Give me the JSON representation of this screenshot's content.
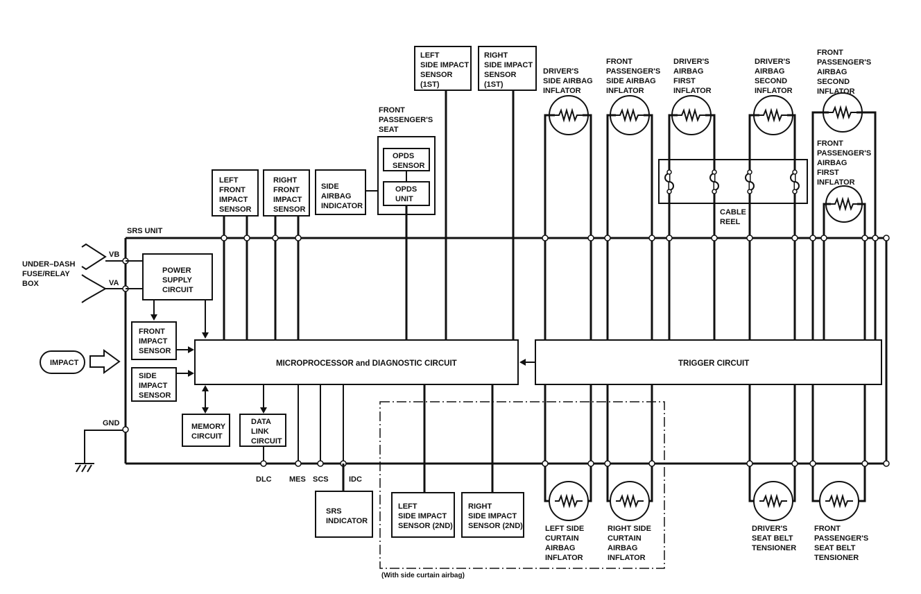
{
  "labels": {
    "srs_unit": "SRS UNIT",
    "under_dash": [
      "UNDER–DASH",
      "FUSE/RELAY",
      "BOX"
    ],
    "vb": "VB",
    "va": "VA",
    "gnd": "GND",
    "impact": "IMPACT",
    "power_supply": [
      "POWER",
      "SUPPLY",
      "CIRCUIT"
    ],
    "front_impact_sensor": [
      "FRONT",
      "IMPACT",
      "SENSOR"
    ],
    "side_impact_sensor": [
      "SIDE",
      "IMPACT",
      "SENSOR"
    ],
    "memory_circuit": [
      "MEMORY",
      "CIRCUIT"
    ],
    "data_link_circuit": [
      "DATA",
      "LINK",
      "CIRCUIT"
    ],
    "microprocessor": "MICROPROCESSOR and DIAGNOSTIC CIRCUIT",
    "trigger": "TRIGGER CIRCUIT",
    "left_front_impact": [
      "LEFT",
      "FRONT",
      "IMPACT",
      "SENSOR"
    ],
    "right_front_impact": [
      "RIGHT",
      "FRONT",
      "IMPACT",
      "SENSOR"
    ],
    "side_airbag_indicator": [
      "SIDE",
      "AIRBAG",
      "INDICATOR"
    ],
    "front_passenger_seat": [
      "FRONT",
      "PASSENGER'S",
      "SEAT"
    ],
    "opds_sensor": [
      "OPDS",
      "SENSOR"
    ],
    "opds_unit": [
      "OPDS",
      "UNIT"
    ],
    "left_side_impact_1st": [
      "LEFT",
      "SIDE IMPACT",
      "SENSOR",
      "(1ST)"
    ],
    "right_side_impact_1st": [
      "RIGHT",
      "SIDE IMPACT",
      "SENSOR",
      "(1ST)"
    ],
    "driver_side_airbag": [
      "DRIVER'S",
      "SIDE AIRBAG",
      "INFLATOR"
    ],
    "front_pass_side_airbag": [
      "FRONT",
      "PASSENGER'S",
      "SIDE AIRBAG",
      "INFLATOR"
    ],
    "driver_airbag_first": [
      "DRIVER'S",
      "AIRBAG",
      "FIRST",
      "INFLATOR"
    ],
    "driver_airbag_second": [
      "DRIVER'S",
      "AIRBAG",
      "SECOND",
      "INFLATOR"
    ],
    "front_pass_airbag_second": [
      "FRONT",
      "PASSENGER'S",
      "AIRBAG",
      "SECOND",
      "INFLATOR"
    ],
    "front_pass_airbag_first": [
      "FRONT",
      "PASSENGER'S",
      "AIRBAG",
      "FIRST",
      "INFLATOR"
    ],
    "cable_reel": [
      "CABLE",
      "REEL"
    ],
    "dlc": "DLC",
    "mes": "MES",
    "scs": "SCS",
    "idc": "IDC",
    "srs_indicator": [
      "SRS",
      "INDICATOR"
    ],
    "left_side_impact_2nd": [
      "LEFT",
      "SIDE IMPACT",
      "SENSOR (2ND)"
    ],
    "right_side_impact_2nd": [
      "RIGHT",
      "SIDE IMPACT",
      "SENSOR (2ND)"
    ],
    "left_curtain": [
      "LEFT SIDE",
      "CURTAIN",
      "AIRBAG",
      "INFLATOR"
    ],
    "right_curtain": [
      "RIGHT SIDE",
      "CURTAIN",
      "AIRBAG",
      "INFLATOR"
    ],
    "driver_tensioner": [
      "DRIVER'S",
      "SEAT BELT",
      "TENSIONER"
    ],
    "front_pass_tensioner": [
      "FRONT",
      "PASSENGER'S",
      "SEAT BELT",
      "TENSIONER"
    ],
    "curtain_note": "(With side curtain airbag)"
  }
}
